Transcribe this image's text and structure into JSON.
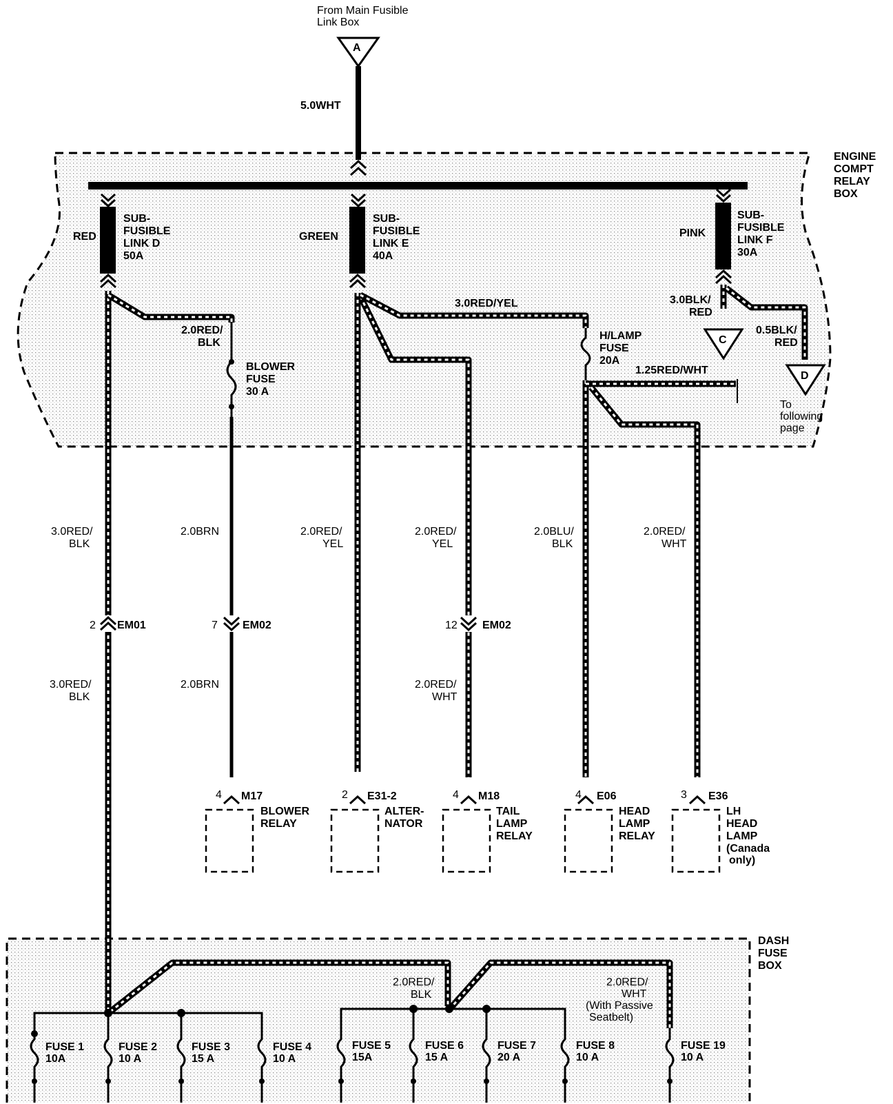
{
  "source": {
    "line1": "From Main Fusible",
    "line2": "Link Box",
    "connector": "A"
  },
  "main_feed": {
    "wire": "5.0WHT"
  },
  "engine_box": {
    "lines": [
      "ENGINE",
      "COMPT",
      "RELAY",
      "BOX"
    ]
  },
  "dash_box": {
    "lines": [
      "DASH",
      "FUSE",
      "BOX"
    ]
  },
  "fusible_links": [
    {
      "id": "link-d",
      "color": "RED",
      "lines": [
        "SUB-",
        "FUSIBLE",
        "LINK D",
        "50A"
      ]
    },
    {
      "id": "link-e",
      "color": "GREEN",
      "lines": [
        "SUB-",
        "FUSIBLE",
        "LINK E",
        "40A"
      ]
    },
    {
      "id": "link-f",
      "color": "PINK",
      "lines": [
        "SUB-",
        "FUSIBLE",
        "LINK F",
        "30A"
      ]
    }
  ],
  "engine_wires": {
    "red_yel_top": "3.0RED/YEL",
    "blower_in": [
      "2.0RED/",
      "BLK"
    ],
    "blk_red_c": [
      "3.0BLK/",
      "RED"
    ],
    "blk_red_d": [
      "0.5BLK/",
      "RED"
    ],
    "red_wht_top": "1.25RED/WHT"
  },
  "inner_fuses": {
    "blower": [
      "BLOWER",
      "FUSE",
      "30 A"
    ],
    "hlamp": [
      "H/LAMP",
      "FUSE",
      "20A"
    ]
  },
  "off_page": {
    "c": "C",
    "d": "D",
    "note": [
      "To",
      "following",
      "page"
    ]
  },
  "mid_wires": [
    {
      "lines": [
        "3.0RED/",
        "BLK"
      ]
    },
    {
      "lines": [
        "2.0BRN"
      ]
    },
    {
      "lines": [
        "2.0RED/",
        "YEL"
      ]
    },
    {
      "lines": [
        "2.0RED/",
        "YEL"
      ]
    },
    {
      "lines": [
        "2.0BLU/",
        "BLK"
      ]
    },
    {
      "lines": [
        "2.0RED/",
        "WHT"
      ]
    }
  ],
  "connectors": [
    {
      "pin": "2",
      "name": "EM01"
    },
    {
      "pin": "7",
      "name": "EM02"
    },
    {
      "pin": "12",
      "name": "EM02"
    }
  ],
  "lower_wires": {
    "em01": [
      "3.0RED/",
      "BLK"
    ],
    "em02_brn": [
      "2.0BRN"
    ],
    "em02_redwht": [
      "2.0RED/",
      "WHT"
    ]
  },
  "components": [
    {
      "pin": "4",
      "conn": "M17",
      "lines": [
        "BLOWER",
        "RELAY"
      ]
    },
    {
      "pin": "2",
      "conn": "E31-2",
      "lines": [
        "ALTER-",
        "NATOR"
      ]
    },
    {
      "pin": "4",
      "conn": "M18",
      "lines": [
        "TAIL",
        "LAMP",
        "RELAY"
      ]
    },
    {
      "pin": "4",
      "conn": "E06",
      "lines": [
        "HEAD",
        "LAMP",
        "RELAY"
      ]
    },
    {
      "pin": "3",
      "conn": "E36",
      "lines": [
        "LH",
        "HEAD",
        "LAMP",
        "(Canada",
        "only)"
      ]
    }
  ],
  "dash_wires": {
    "red_blk": [
      "2.0RED/",
      "BLK"
    ],
    "red_wht": [
      "2.0RED/",
      "WHT",
      "(With Passive",
      "Seatbelt)"
    ]
  },
  "dash_fuses": [
    {
      "name": "FUSE 1",
      "rating": "10A"
    },
    {
      "name": "FUSE 2",
      "rating": "10 A"
    },
    {
      "name": "FUSE 3",
      "rating": "15 A"
    },
    {
      "name": "FUSE 4",
      "rating": "10 A"
    },
    {
      "name": "FUSE 5",
      "rating": "15A"
    },
    {
      "name": "FUSE 6",
      "rating": "15 A"
    },
    {
      "name": "FUSE 7",
      "rating": "20 A"
    },
    {
      "name": "FUSE 8",
      "rating": "10 A"
    },
    {
      "name": "FUSE 19",
      "rating": "10 A"
    }
  ]
}
